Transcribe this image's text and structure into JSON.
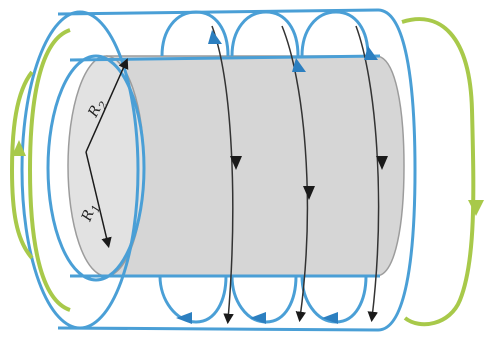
{
  "labels": {
    "r2": {
      "main": "R",
      "sub": "2"
    },
    "r1": {
      "main": "R",
      "sub": "1"
    }
  },
  "colors": {
    "cylinder_fill": "#d6d6d6",
    "cylinder_edge": "#9c9c9c",
    "end_cap": "#e2e2e2",
    "shell_blue": "#4a9fd6",
    "field_green": "#a8c94a",
    "current_line": "#333333"
  }
}
